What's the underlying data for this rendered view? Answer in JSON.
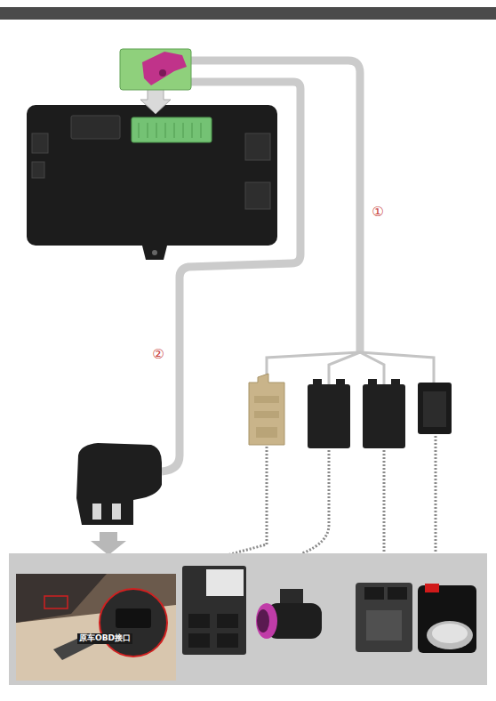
{
  "diagram": {
    "labels": [
      "①",
      "②",
      "原车OBD接口"
    ]
  }
}
